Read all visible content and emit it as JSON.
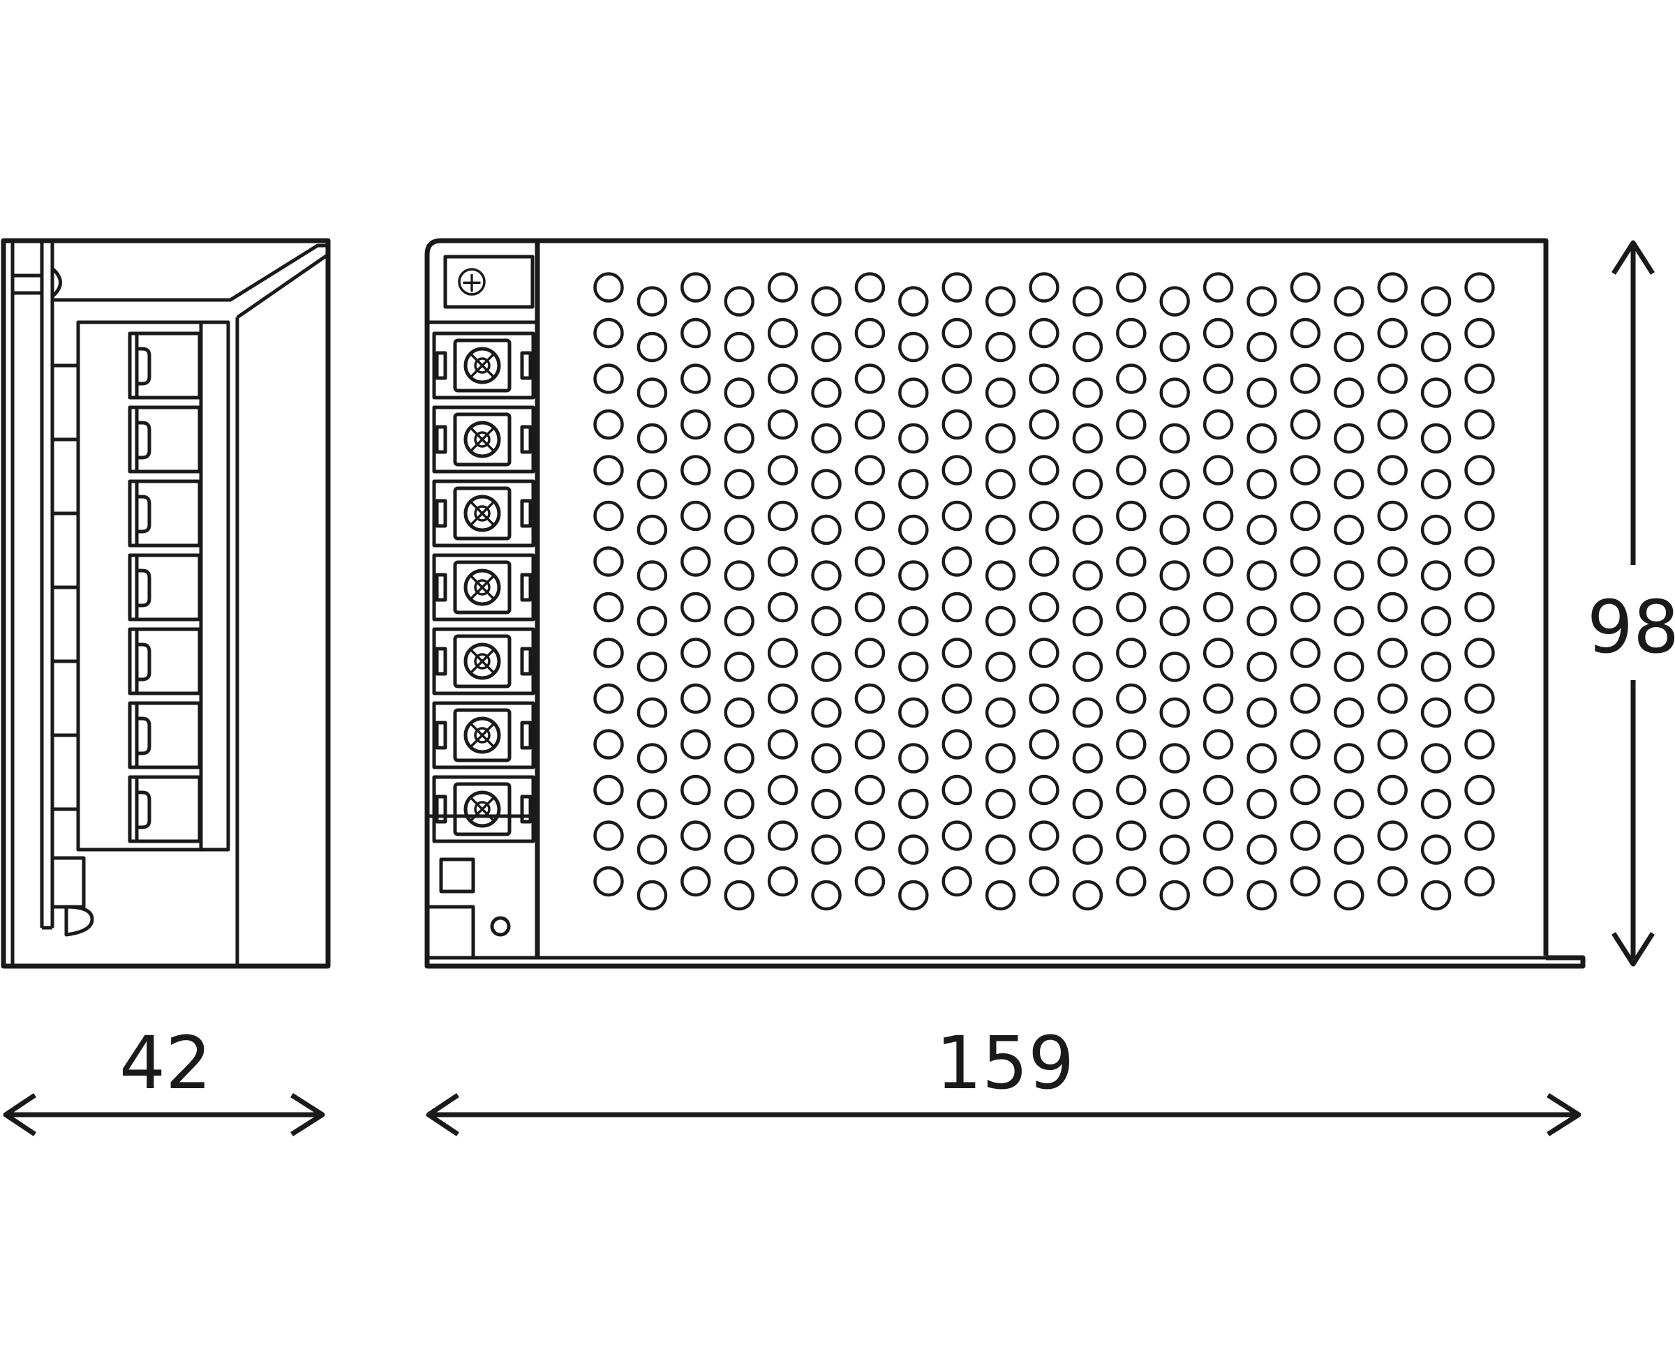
{
  "dimensions": {
    "width": "42",
    "length": "159",
    "height": "98"
  },
  "terminal_marking": "+",
  "terminal_count": 7,
  "vent_grid": {
    "columns": 21,
    "rows": 14
  },
  "colors": {
    "stroke": "#1a1a1a",
    "background": "#ffffff"
  }
}
